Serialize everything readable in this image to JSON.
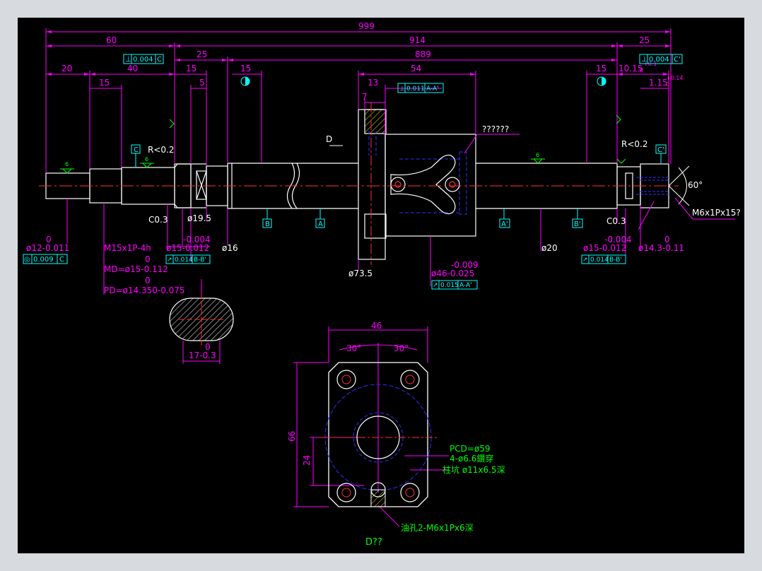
{
  "colors": {
    "background": "#000000",
    "frame": "#d7dadf",
    "dimension": "#ff00ff",
    "outline": "#ffffff",
    "centerline": "#ff0000",
    "hidden": "#0000ff",
    "datum": "#00ffff",
    "note": "#00ff00",
    "hatch": "#ffff00"
  },
  "shaft_dims": {
    "total": "999",
    "left_end": "60",
    "thread_total": "914",
    "right_end": "25",
    "left_seg": "25",
    "effective": "889",
    "d20": "20",
    "d40": "40",
    "d15_a": "15",
    "d15_b": "15",
    "d15_c": "15",
    "d15_d": "15",
    "d5": "5",
    "d13": "13",
    "d54": "54",
    "d7": "7",
    "right_1015": "10.15",
    "right_1015_tol_up": "+0.1",
    "right_1015_tol_lo": "0",
    "right_115": "1.15",
    "right_115_tol_up": "+0.14",
    "right_115_tol_lo": "0"
  },
  "gdt": {
    "left_perp": [
      "⊥",
      "0.004",
      "C"
    ],
    "right_perp": [
      "⊥",
      "0.004",
      "C'"
    ],
    "nut_perp": [
      "⊥",
      "0.011",
      "A-A'"
    ],
    "left_conc": [
      "◎",
      "0.009",
      "C"
    ],
    "left_runout": [
      "↗",
      "0.014",
      "B-B'"
    ],
    "right_runout": [
      "↗",
      "0.014",
      "B-B'"
    ],
    "nut_runout": [
      "↗",
      "0.015",
      "A-A'"
    ]
  },
  "labels": {
    "r02_left": "R<0.2",
    "r02_right": "R<0.2",
    "datum_c": "C",
    "datum_c_prime": "C'",
    "datum_a": "A",
    "datum_a_prime": "A'",
    "datum_b": "B",
    "datum_b_prime": "B'",
    "view_d": "D",
    "question": "??????",
    "c03_left": "C0.3",
    "c03_right": "C0.3",
    "phi195": "ø19.5",
    "phi16": "ø16",
    "phi20": "ø20",
    "phi735": "ø73.5",
    "sixty": "60°",
    "m6": "M6x1Px15?",
    "rough_mark": "6",
    "p12_tol_up": "0",
    "p12": "ø12-0.011",
    "m15": "M15x1P-4h",
    "p15_tol_up": "-0.004",
    "p15": "ø15-0.012",
    "md_tol_up": "0",
    "md": "MD=ø15-0.112",
    "pd_tol_up": "0",
    "pd": "PD=ø14.350-0.075",
    "p46_tol_up": "-0.009",
    "p46": "ø46-0.025",
    "r_p15_tol_up": "-0.004",
    "r_p15": "ø15-0.012",
    "p143_tol_up": "0",
    "p143": "ø14.3-0.11",
    "section_tol_up": "0",
    "section": "17-0.3"
  },
  "flange_view": {
    "width": "46",
    "ang_left": "30°",
    "ang_right": "30°",
    "height": "66",
    "offset": "24",
    "pcd": "PCD=ø59",
    "holes": "4-ø6.6鑽穿",
    "cbore": "柱坑 ø11x6.5深",
    "oil": "油孔2-M6x1Px6深",
    "caption": "D??"
  }
}
